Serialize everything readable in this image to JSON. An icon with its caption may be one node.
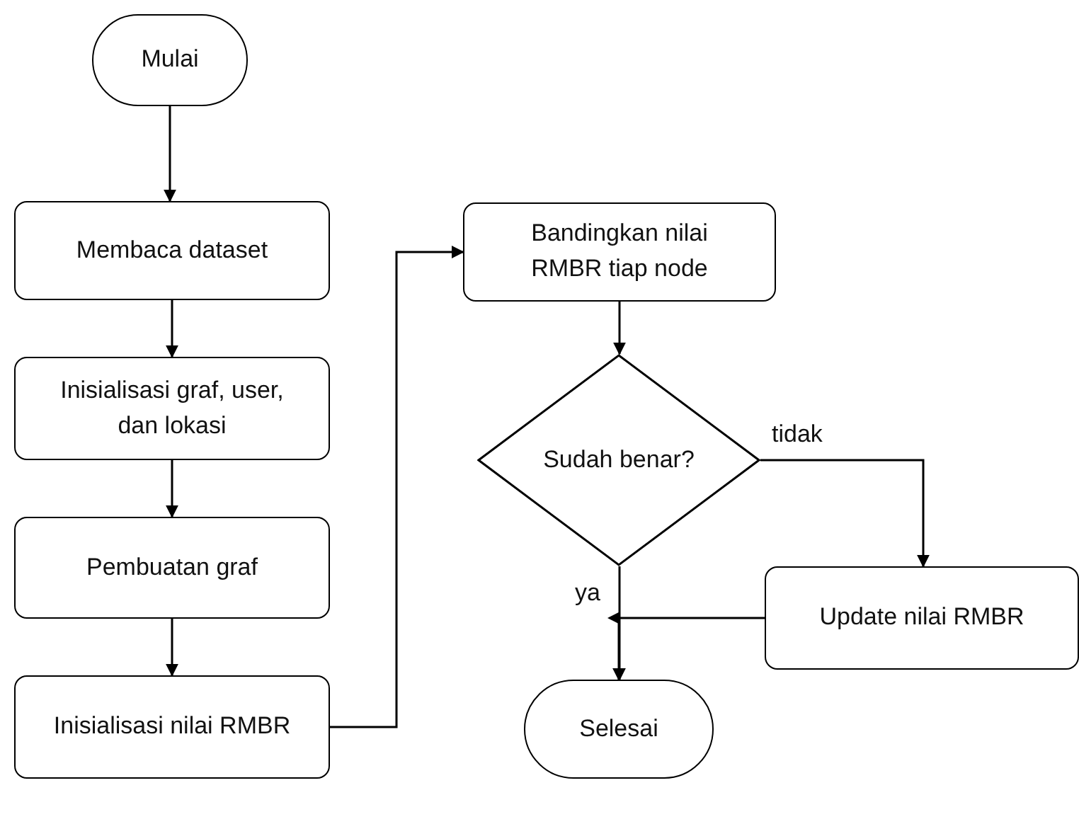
{
  "diagram": {
    "nodes": [
      {
        "text": [
          "Mulai"
        ]
      },
      {
        "text": [
          "Membaca dataset"
        ]
      },
      {
        "text": [
          "Inisialisasi graf, user, dan lokasi"
        ]
      },
      {
        "text": [
          "Pembuatan graf"
        ]
      },
      {
        "text": [
          "Inisialisasi nilai RMBR"
        ]
      },
      {
        "text": [
          "Bandingkan nilai RMBR tiap node"
        ]
      },
      {
        "text": [
          "Sudah benar?"
        ]
      },
      {
        "text": [
          "Update nilai RMBR"
        ]
      },
      {
        "text": [
          "Selesai"
        ]
      }
    ],
    "edges": [
      {
        "from": 0,
        "to": 1,
        "arrow": "to"
      },
      {
        "from": 1,
        "to": 2,
        "arrow": "to"
      },
      {
        "from": 2,
        "to": 3,
        "arrow": "to"
      },
      {
        "from": 3,
        "to": 4,
        "arrow": "to"
      },
      {
        "from": 4,
        "to": 5,
        "arrow": "to"
      },
      {
        "from": 5,
        "to": 6,
        "arrow": "to"
      },
      {
        "from": 6,
        "to": 7,
        "arrow": "to",
        "label": "tidak"
      },
      {
        "from": 7,
        "to": 8,
        "arrow": "to"
      },
      {
        "from": 6,
        "to": 8,
        "arrow": "to",
        "label": "ya"
      }
    ]
  }
}
